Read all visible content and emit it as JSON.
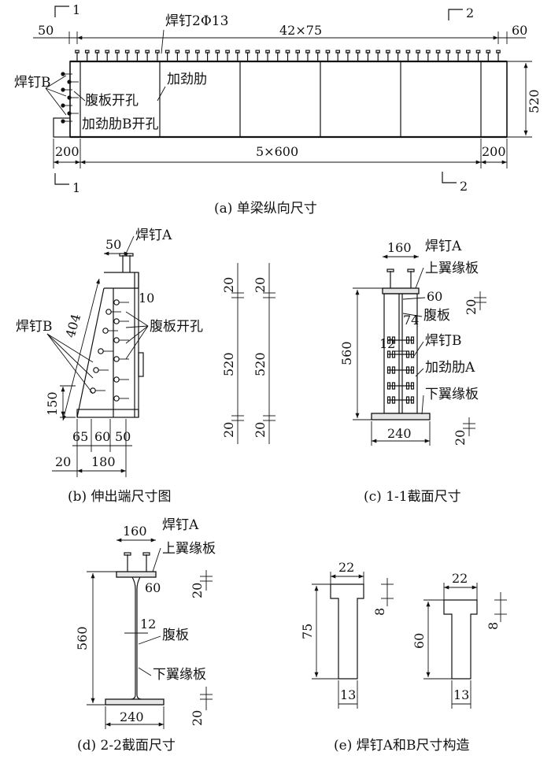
{
  "panel_a": {
    "section_mark_1": "1",
    "section_mark_2": "2",
    "dim_left_50": "50",
    "dim_stud_spacing": "42×75",
    "dim_right_60": "60",
    "label_stud": "焊钉2Φ13",
    "label_stud_b": "焊钉B",
    "label_web_hole": "腹板开孔",
    "label_stiffener": "加劲肋",
    "label_stiffener_hole": "加劲肋B开孔",
    "dim_height": "520",
    "dim_left_200": "200",
    "dim_spans": "5×600",
    "dim_right_200": "200",
    "caption": "(a)   单梁纵向尺寸"
  },
  "panel_b": {
    "label_stud_a": "焊钉A",
    "label_stud_b": "焊钉B",
    "label_web_hole": "腹板开孔",
    "dim_50": "50",
    "dim_404": "404",
    "dim_10": "10",
    "dim_150": "150",
    "dim_65": "65",
    "dim_60": "60",
    "dim_50b": "50",
    "dim_20": "20",
    "dim_180": "180",
    "side_dims_1": [
      "20",
      "520",
      "20"
    ],
    "side_dims_2": [
      "20",
      "520",
      "20"
    ],
    "caption": "(b)   伸出端尺寸图"
  },
  "panel_c": {
    "label_stud_a": "焊钉A",
    "label_top_flange": "上翼缘板",
    "label_web": "腹板",
    "label_stud_b": "焊钉B",
    "label_stiffener_a": "加劲肋A",
    "label_bottom_flange": "下翼缘板",
    "dim_160": "160",
    "dim_60": "60",
    "dim_74": "74",
    "dim_12": "12",
    "dim_560": "560",
    "dim_240": "240",
    "dim_20_top": "20",
    "dim_20_bot": "20",
    "caption": "(c)   1-1截面尺寸"
  },
  "panel_d": {
    "label_stud_a": "焊钉A",
    "label_top_flange": "上翼缘板",
    "label_web": "腹板",
    "label_bottom_flange": "下翼缘板",
    "dim_160": "160",
    "dim_60": "60",
    "dim_12": "12",
    "dim_560": "560",
    "dim_240": "240",
    "dim_20_top": "20",
    "dim_20_bot": "20",
    "caption": "(d)   2-2截面尺寸"
  },
  "panel_e": {
    "stud_a": {
      "head_width": "22",
      "head_thickness": "8",
      "height": "75",
      "shank": "13"
    },
    "stud_b": {
      "head_width": "22",
      "head_thickness": "8",
      "height": "60",
      "shank": "13"
    },
    "caption": "(e)   焊钉A和B尺寸构造"
  }
}
